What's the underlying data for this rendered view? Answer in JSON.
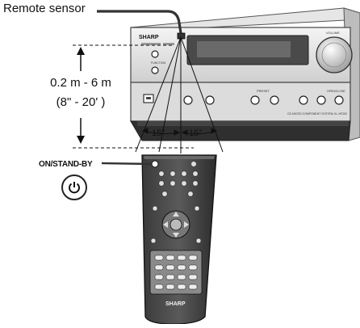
{
  "labels": {
    "remote_sensor": "Remote sensor",
    "distance_metric": "0.2 m - 6 m",
    "distance_imperial": "(8\" - 20' )",
    "angle_left": "15°",
    "angle_right": "15°",
    "on_standby": "ON/STAND-BY"
  },
  "unit": {
    "brand": "SHARP",
    "volume_label": "VOLUME",
    "func_label": "FUNCTION",
    "power_label": "ON/STAND-BY",
    "preset_label": "PRESET",
    "open_close_label": "OPEN/CLOSE",
    "system_label": "CD MICRO COMPONENT SYSTEM",
    "model_label": "XL-HF200"
  },
  "remote": {
    "brand": "SHARP"
  },
  "icons": [
    "power-icon"
  ]
}
